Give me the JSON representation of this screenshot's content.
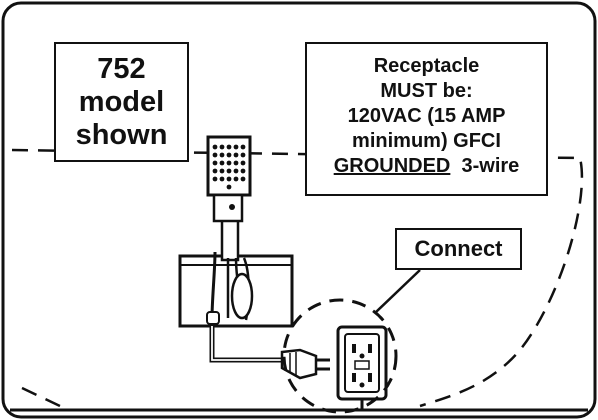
{
  "model_note": {
    "line1": "752",
    "line2": "model",
    "line3": "shown"
  },
  "receptacle_note": {
    "line1": "Receptacle",
    "line2": "MUST be:",
    "line3": "120VAC (15 AMP",
    "line4": "minimum) GFCI",
    "line5_underlined": "GROUNDED",
    "line5_rest": "3-wire"
  },
  "connect_label": "Connect",
  "icons": [
    "power-cord-icon",
    "gfci-outlet-icon",
    "cooling-unit-icon"
  ]
}
